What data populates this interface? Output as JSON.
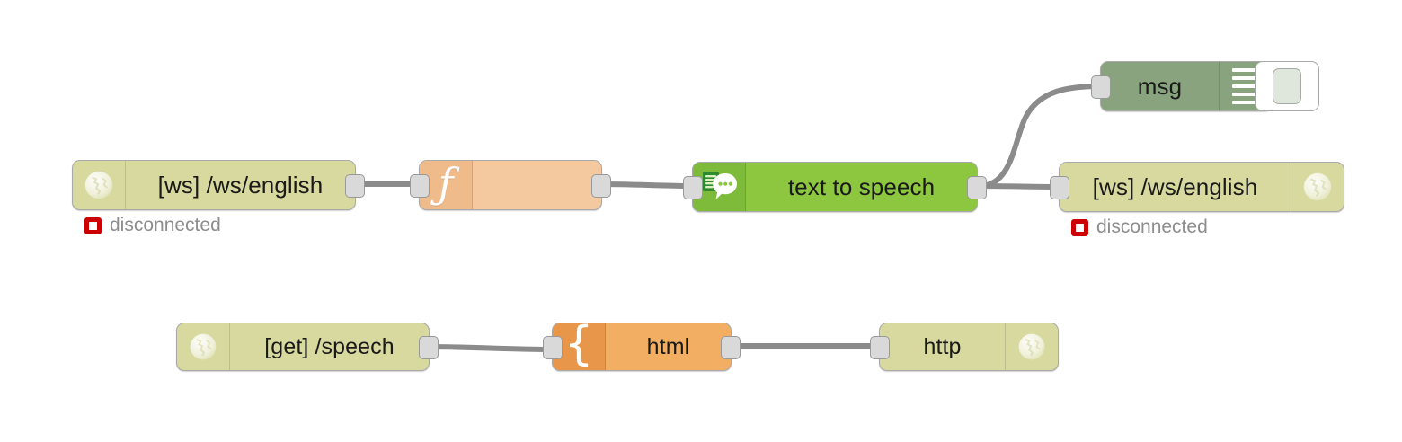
{
  "app": {
    "name": "node-red-flow-editor",
    "background": "#ffffff"
  },
  "colors": {
    "websocket": "#d8d99f",
    "function": "#f5c9a0",
    "text_to_speech": "#8dc63f",
    "debug": "#88a37d",
    "template": "#f2ae63",
    "wire": "#8b8b8b",
    "node_border": "#a9a9a9",
    "port_fill": "#d9d9d9",
    "status_error": "#cc0000",
    "status_text": "#8d8d8d",
    "label_text": "#1a1a1a"
  },
  "flow": {
    "nodes": [
      {
        "id": "ws-in",
        "label": "[ws] /ws/english",
        "type": "websocket-in",
        "icon": "globe-icon",
        "icon_side": "left",
        "color": "#d8d99f",
        "status": {
          "text": "disconnected",
          "indicator": "error-square"
        },
        "ports": {
          "input": false,
          "output": true
        }
      },
      {
        "id": "function",
        "label": "",
        "type": "function",
        "icon": "function-f-icon",
        "icon_side": "left",
        "color": "#f5c9a0",
        "ports": {
          "input": true,
          "output": true
        }
      },
      {
        "id": "text-to-speech",
        "label": "text to speech",
        "type": "text-to-speech",
        "icon": "speech-bubble-icon",
        "icon_side": "left",
        "color": "#8dc63f",
        "ports": {
          "input": true,
          "output": true
        }
      },
      {
        "id": "debug",
        "label": "msg",
        "type": "debug",
        "icon": "debug-list-icon",
        "icon_side": "right",
        "color": "#88a37d",
        "button": "debug-toggle-button",
        "ports": {
          "input": true,
          "output": false
        }
      },
      {
        "id": "ws-out",
        "label": "[ws] /ws/english",
        "type": "websocket-out",
        "icon": "globe-icon",
        "icon_side": "right",
        "color": "#d8d99f",
        "status": {
          "text": "disconnected",
          "indicator": "error-square"
        },
        "ports": {
          "input": true,
          "output": false
        }
      },
      {
        "id": "http-in",
        "label": "[get] /speech",
        "type": "http-in",
        "icon": "globe-icon",
        "icon_side": "left",
        "color": "#d8d99f",
        "ports": {
          "input": false,
          "output": true
        }
      },
      {
        "id": "template",
        "label": "html",
        "type": "template",
        "icon": "brace-icon",
        "icon_side": "left",
        "color": "#f2ae63",
        "ports": {
          "input": true,
          "output": true
        }
      },
      {
        "id": "http-response",
        "label": "http",
        "type": "http-response",
        "icon": "globe-icon",
        "icon_side": "right",
        "color": "#d8d99f",
        "ports": {
          "input": true,
          "output": false
        }
      }
    ],
    "links": [
      {
        "from": "ws-in",
        "to": "function"
      },
      {
        "from": "function",
        "to": "text-to-speech"
      },
      {
        "from": "text-to-speech",
        "to": "debug"
      },
      {
        "from": "text-to-speech",
        "to": "ws-out"
      },
      {
        "from": "http-in",
        "to": "template"
      },
      {
        "from": "template",
        "to": "http-response"
      }
    ]
  }
}
